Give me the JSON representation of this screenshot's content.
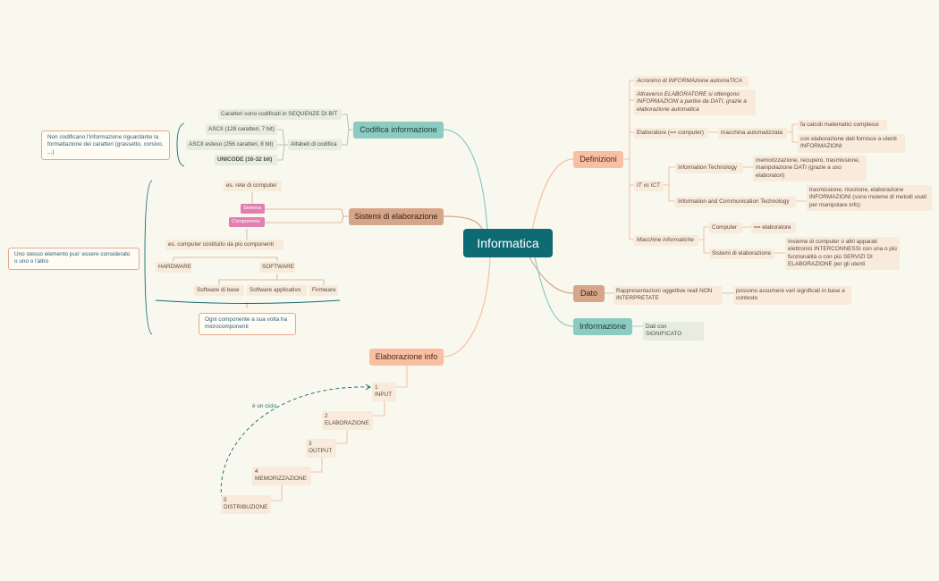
{
  "root": "Informatica",
  "codifica": {
    "title": "Codifica informazione",
    "sequenze": "Caratteri sono codificati in SEQUENZE DI BIT",
    "ascii": "ASCII (128 caratteri, 7 bit)",
    "ascii_esteso": "ASCII esteso (256 caratteri, 8 bit)",
    "unicode": "UNICODE (16-32 bit)",
    "alfabeti": "Alfabeti di codifica",
    "note": "Non codificano l'informazione riguardante la formattazione dei caratteri (grassetto, corsivo, ...)"
  },
  "sistemi": {
    "title": "Sistemi di elaborazione",
    "rete": "es. rete di computer",
    "sistema": "Sistema",
    "componente": "Componente",
    "costituito": "es. computer costituito da più componenti",
    "hardware": "HARDWARE",
    "software": "SOFTWARE",
    "sw_base": "Software di base",
    "sw_app": "Software applicativo",
    "firmware": "Firmware",
    "micro": "Ogni componente a sua volta ha microcomponenti",
    "stesso": "Uno stesso elemento puo' essere considerato o uno o l'altro"
  },
  "elaborazione": {
    "title": "Elaborazione info",
    "steps": [
      "1 INPUT",
      "2 ELABORAZIONE",
      "3 OUTPUT",
      "4 MEMORIZZAZIONE",
      "5 DISTRIBUZIONE"
    ],
    "ciclo": "è un ciclo"
  },
  "definizioni": {
    "title": "Definizioni",
    "acronimo": "Acronimo di INFORMAzione automaTICA",
    "attraverso": "Attraverso ELABORATORE si ottengono INFORMAZIONI a partire da DATI, grazie a elaborazione automatica",
    "elaboratore": "Elaboratore (== computer)",
    "macchina": "macchina automatizzata",
    "calcoli": "fa calcoli matematici complessi",
    "fornisce": "con elaborazione dati fornisce a utenti INFORMAZIONI",
    "it_ict": "IT vs ICT",
    "it": "Information Technology",
    "it_desc": "memorizzazione, recupero, trasmissione, manipolazione DATI (grazie a uso elaboratori)",
    "ict": "Information and Communication Technology",
    "ict_desc": "trasmissione, ricezione, elaborazione INFORMAZIONI (sono insieme di metodi usati per manipolare info)",
    "macchine": "Macchine informatiche",
    "computer": "Computer",
    "eq_elab": "== elaboratore",
    "sist_elab": "Sistemi di elaborazione",
    "sist_desc": "Insieme di computer o altri apparati elettronici INTERCONNESSI con una o più funzionalità o con più SERVIZI DI ELABORAZIONE per gli utenti"
  },
  "dato": {
    "title": "Dato",
    "rappr": "Rappresentazioni oggettive reali NON INTERPRETATE",
    "possono": "possono assumere vari significati in base a contesto"
  },
  "informazione": {
    "title": "Informazione",
    "dati": "Dati con SIGNIFICATO"
  },
  "colors": {
    "root": "#0f6b73",
    "teal": "#8ccbc2",
    "salmon": "#f8bfa2",
    "tan": "#d6a68a",
    "pink": "#e07fb0",
    "leaf": "#f8ebdc"
  }
}
